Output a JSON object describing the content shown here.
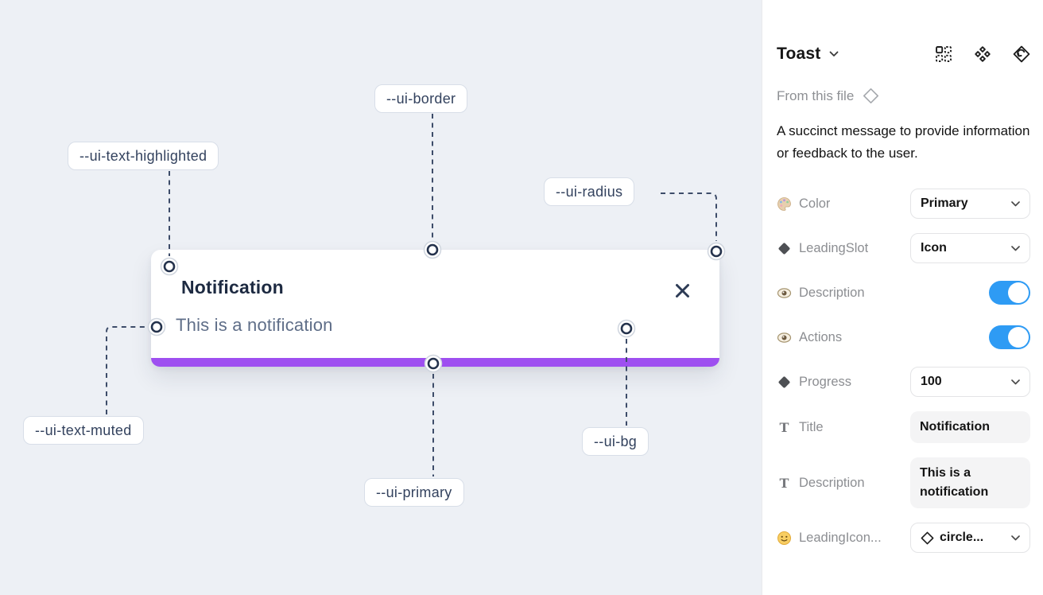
{
  "colors": {
    "canvas_bg": "#edf0f5",
    "accent_purple": "#9e4ff0",
    "toggle_blue": "#2e9bf4",
    "dash": "#3d4c69",
    "pill_text": "#33425e",
    "toast_title": "#1d2a41",
    "toast_desc": "#5f6e88"
  },
  "canvas": {
    "toast": {
      "title": "Notification",
      "description": "This is a notification",
      "progress_percent": 100
    },
    "tokens": [
      "--ui-border",
      "--ui-text-highlighted",
      "--ui-radius",
      "--ui-text-muted",
      "--ui-primary",
      "--ui-bg"
    ]
  },
  "panel": {
    "title": "Toast",
    "source_label": "From this file",
    "description": "A succinct message to provide information or feedback to the user.",
    "toolbar_icons": [
      "grid-swap-icon",
      "component-icon",
      "reset-instance-icon"
    ],
    "properties": [
      {
        "icon": "palette-icon",
        "label": "Color",
        "type": "select",
        "value": "Primary"
      },
      {
        "icon": "diamond-icon",
        "label": "LeadingSlot",
        "type": "select",
        "value": "Icon"
      },
      {
        "icon": "eye-icon",
        "label": "Description",
        "type": "toggle",
        "value": "on"
      },
      {
        "icon": "eye-icon",
        "label": "Actions",
        "type": "toggle",
        "value": "on"
      },
      {
        "icon": "diamond-icon",
        "label": "Progress",
        "type": "select",
        "value": "100"
      },
      {
        "icon": "text-icon",
        "label": "Title",
        "type": "text",
        "value": "Notification"
      },
      {
        "icon": "text-icon",
        "label": "Description",
        "type": "text",
        "value": "This is a notification"
      },
      {
        "icon": "smiley-icon",
        "label": "LeadingIcon...",
        "type": "select-icon",
        "value": "circle..."
      }
    ]
  }
}
